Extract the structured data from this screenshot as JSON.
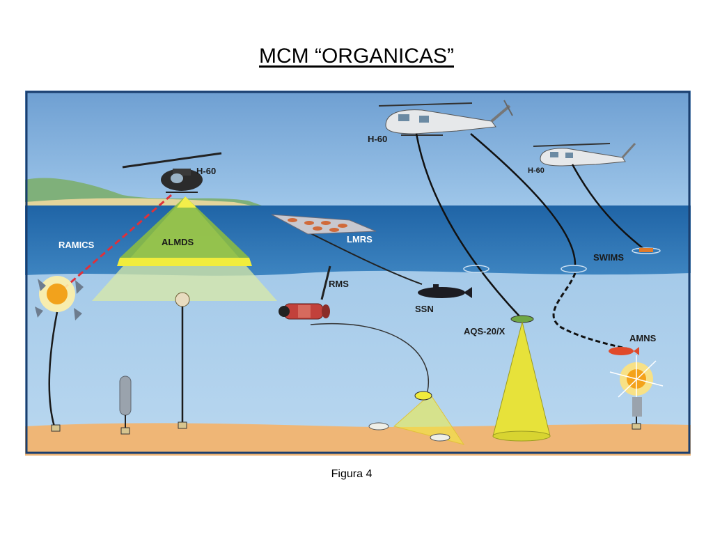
{
  "title": "MCM “ORGANICAS”",
  "caption": "Figura 4",
  "diagram": {
    "labels": {
      "h60_left": "H-60",
      "h60_top": "H-60",
      "h60_right": "H-60",
      "ramics": "RAMICS",
      "almds": "ALMDS",
      "lmrs": "LMRS",
      "rms": "RMS",
      "ssn": "SSN",
      "aqs": "AQS-20/X",
      "swims": "SWIMS",
      "amns": "AMNS"
    },
    "colors": {
      "sky": "#5f93c9",
      "sea_surface": "#2b6fae",
      "sea_deep": "#a9cdeb",
      "seabed": "#f0b877",
      "beam_yellow": "#e7e23a",
      "laser_red": "#e0303a"
    }
  }
}
